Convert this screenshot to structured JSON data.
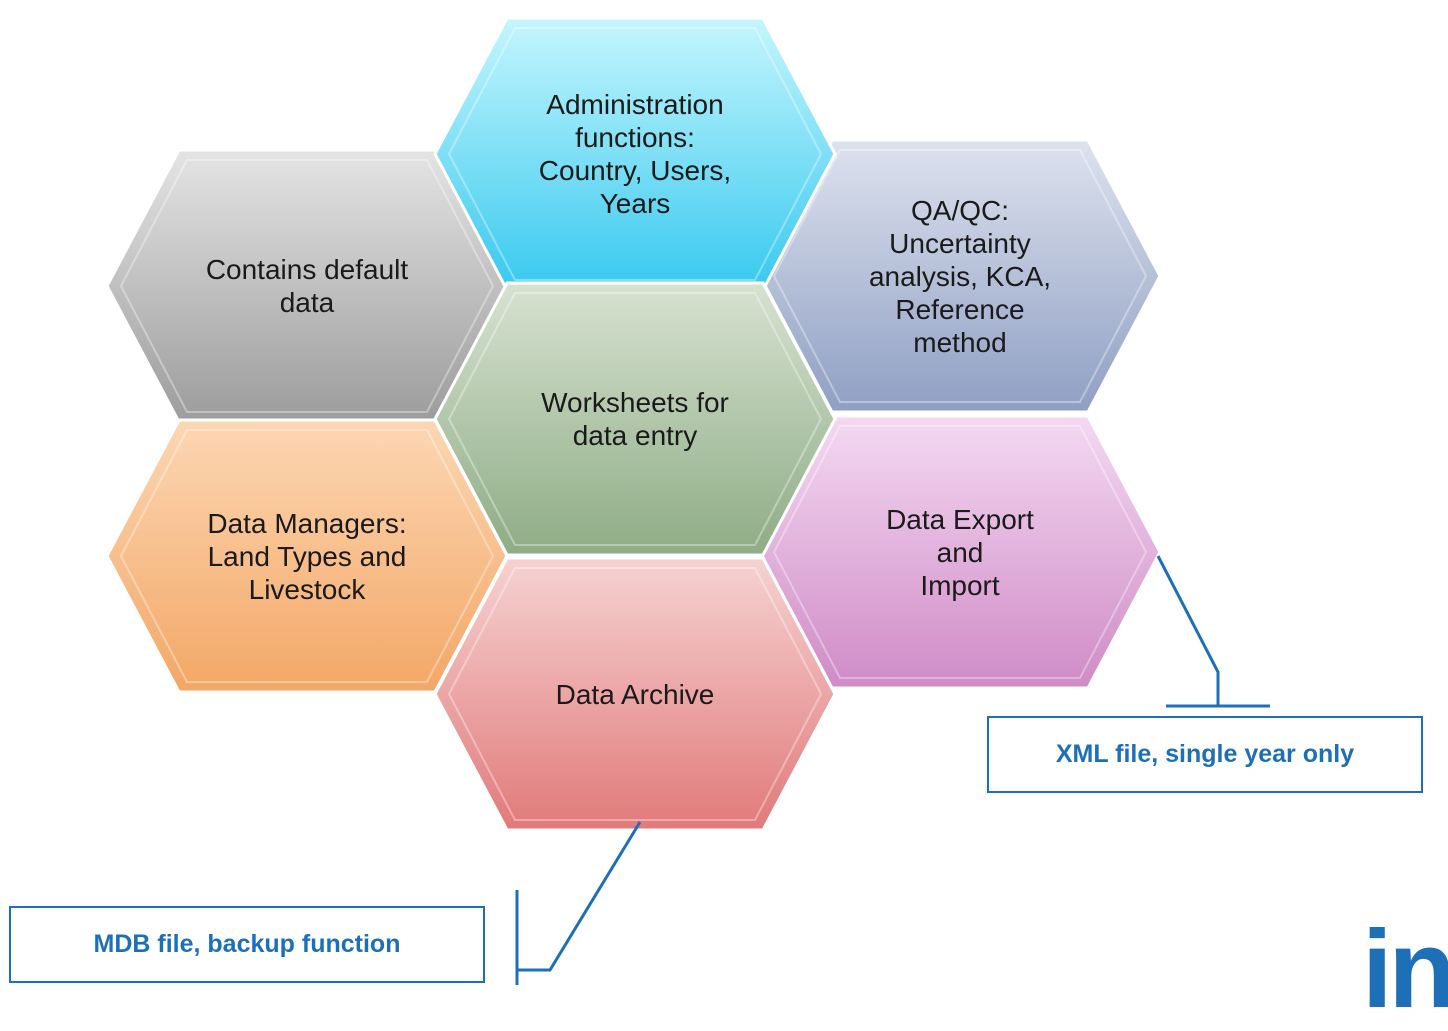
{
  "hexagons": [
    {
      "id": "admin",
      "text": "Administration\nfunctions:\nCountry, Users,\nYears",
      "color_top": "#c5f6fd",
      "color_bottom": "#38c9ef"
    },
    {
      "id": "default-data",
      "text": "Contains default\ndata",
      "color_top": "#e4e4e4",
      "color_bottom": "#9c9c9c"
    },
    {
      "id": "qaqc",
      "text": "QA/QC:\nUncertainty\nanalysis, KCA,\nReference\nmethod",
      "color_top": "#dde2ee",
      "color_bottom": "#8f9fc3"
    },
    {
      "id": "worksheets",
      "text": "Worksheets for\ndata entry",
      "color_top": "#d7e2d1",
      "color_bottom": "#8eac85"
    },
    {
      "id": "data-managers",
      "text": "Data Managers:\nLand Types and\nLivestock",
      "color_top": "#fcd7b4",
      "color_bottom": "#f3a766"
    },
    {
      "id": "export-import",
      "text": "Data Export\nand\nImport",
      "color_top": "#f4d9f2",
      "color_bottom": "#cf8bc6"
    },
    {
      "id": "archive",
      "text": "Data Archive",
      "color_top": "#f6d2d2",
      "color_bottom": "#e17a7a"
    }
  ],
  "callouts": [
    {
      "id": "xml",
      "text": "XML file, single year only"
    },
    {
      "id": "mdb",
      "text": "MDB file, backup function"
    }
  ],
  "logo_text": "in",
  "accent_color": "#1d70b8"
}
